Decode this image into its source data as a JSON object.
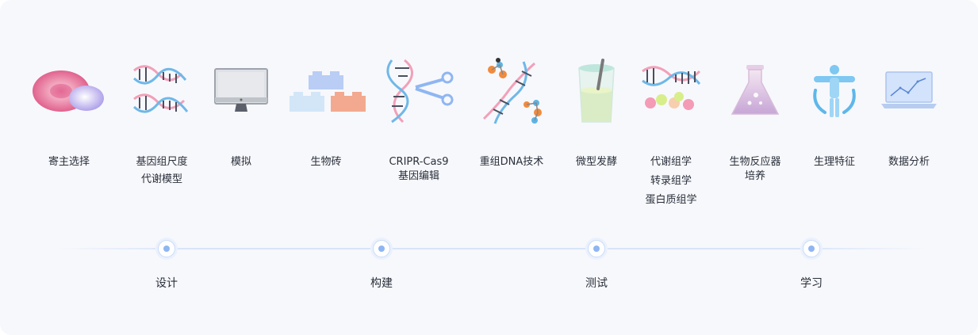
{
  "items": [
    {
      "icon": "cell-icon",
      "lines": [
        "寄主选择"
      ]
    },
    {
      "icon": "dna-double-icon",
      "lines": [
        "基因组尺度",
        "代谢模型"
      ]
    },
    {
      "icon": "monitor-icon",
      "lines": [
        "模拟"
      ]
    },
    {
      "icon": "bricks-icon",
      "lines": [
        "生物砖"
      ]
    },
    {
      "icon": "dna-scissors-icon",
      "lines": [
        "CRIPR-Cas9",
        "基因编辑"
      ]
    },
    {
      "icon": "dna-molecule-icon",
      "lines": [
        "重组DNA技术"
      ]
    },
    {
      "icon": "fermentation-cup-icon",
      "lines": [
        "微型发酵"
      ]
    },
    {
      "icon": "dna-balls-icon",
      "lines": [
        "代谢组学",
        "转录组学",
        "蛋白质组学"
      ]
    },
    {
      "icon": "flask-icon",
      "lines": [
        "生物反应器",
        "培养"
      ]
    },
    {
      "icon": "body-scan-icon",
      "lines": [
        "生理特征"
      ]
    },
    {
      "icon": "laptop-chart-icon",
      "lines": [
        "数据分析"
      ]
    }
  ],
  "stages": [
    "设计",
    "构建",
    "测试",
    "学习"
  ]
}
